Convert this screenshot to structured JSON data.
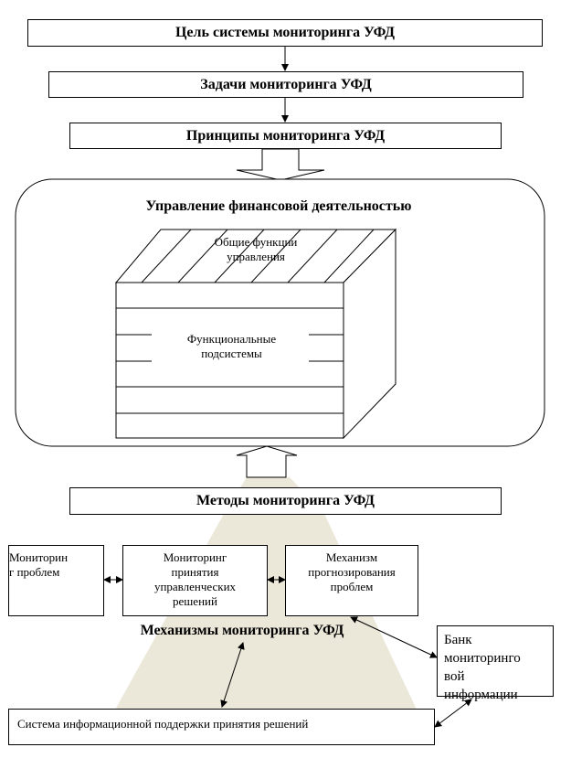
{
  "boxes": {
    "goal": "Цель системы мониторинга УФД",
    "tasks": "Задачи мониторинга УФД",
    "principles": "Принципы мониторинга УФД",
    "methods": "Методы мониторинга УФД",
    "bank": [
      "Банк",
      "мониторинго",
      "вой",
      "информации"
    ],
    "dss": "Система информационной поддержки принятия решений"
  },
  "management": {
    "title": "Управление финансовой деятельностью",
    "general_functions": [
      "Общие функции",
      "управления"
    ],
    "subsystems": [
      "Функциональные",
      "подсистемы"
    ]
  },
  "mechanisms": {
    "label": "Механизмы мониторинга УФД",
    "problem_monitoring": [
      "Мониторин",
      "г проблем"
    ],
    "decision_monitoring": [
      "Мониторинг",
      "принятия",
      "управленческих",
      "решений"
    ],
    "forecasting": [
      "Механизм",
      "прогнозирования",
      "проблем"
    ]
  },
  "colors": {
    "funnel": "#ebe7d9",
    "stroke": "#000000"
  }
}
